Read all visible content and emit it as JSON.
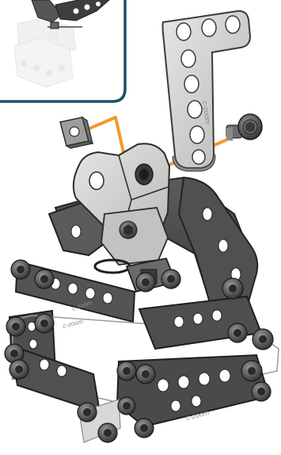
{
  "diagram": {
    "type": "assembly-instruction-step",
    "inset": {
      "description_icon": "previous-step-thumbnail",
      "frame_color": "#1d4f64"
    },
    "parts": {
      "square_nut": {
        "icon": "square-nut-icon"
      },
      "l_plate": {
        "icon": "l-plate-icon",
        "stamp": "c-zoom"
      },
      "bolt": {
        "icon": "bolt-icon"
      }
    },
    "guide_line_color": "#f39a2d",
    "main_model": {
      "icon": "robot-frame-assembly",
      "stamp": "c-zoom"
    },
    "colors": {
      "metal_dark": "#4a4a4a",
      "metal_mid": "#6a6a6a",
      "metal_light": "#b5b5b5",
      "plate_light": "#cfcfcf",
      "outline": "#2b2b2b"
    }
  }
}
